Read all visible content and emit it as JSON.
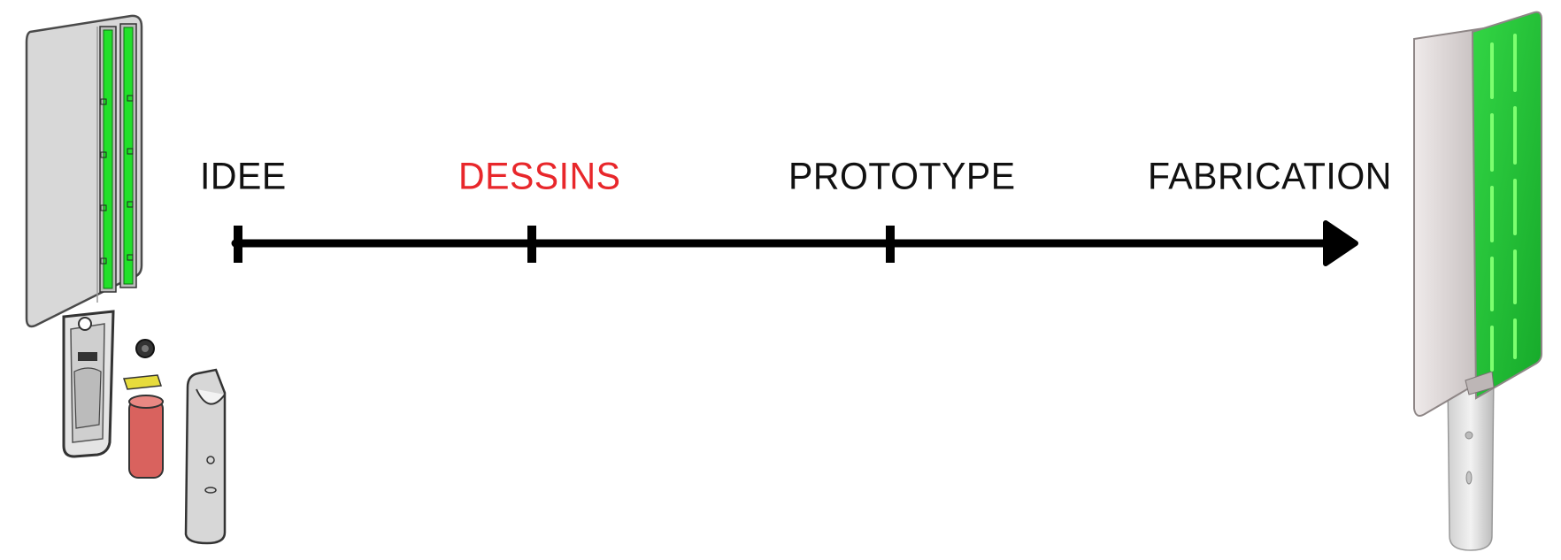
{
  "colors": {
    "default_text": "#111111",
    "current_stage": "#e8272b",
    "timeline": "#000000",
    "led_green": "#22e02a",
    "panel_grey": "#d6d6d6",
    "battery_red": "#d9625e"
  },
  "timeline": {
    "stages": [
      {
        "label": "IDEE",
        "current": false
      },
      {
        "label": "DESSINS",
        "current": true
      },
      {
        "label": "PROTOTYPE",
        "current": false
      },
      {
        "label": "FABRICATION",
        "current": false
      }
    ]
  },
  "illustrations": {
    "left": "exploded-cad-view-light-paddle",
    "right": "assembled-rendered-light-paddle"
  }
}
